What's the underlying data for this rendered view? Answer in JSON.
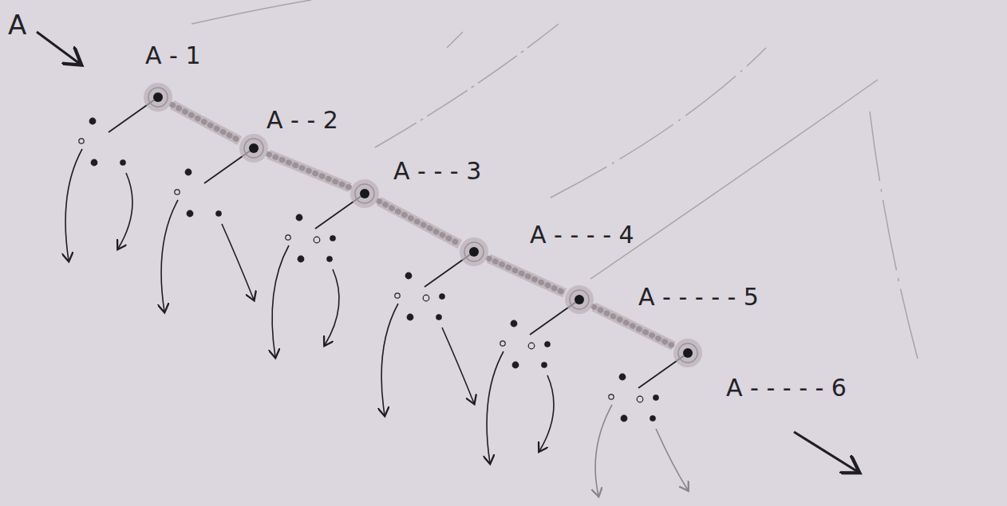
{
  "diagram": {
    "nodes": [
      {
        "text": [
          "A - 1"
        ]
      },
      {
        "text": [
          "A - - 2"
        ]
      },
      {
        "text": [
          "A - - - 3"
        ]
      },
      {
        "text": [
          "A - - - - 4"
        ]
      },
      {
        "text": [
          "A - - - - - 5"
        ]
      },
      {
        "text": [
          "A - - - - - 6"
        ]
      }
    ],
    "edges": [
      {
        "from": 0,
        "to": 1,
        "arrow": "none"
      },
      {
        "from": 1,
        "to": 2,
        "arrow": "none"
      },
      {
        "from": 2,
        "to": 3,
        "arrow": "none"
      },
      {
        "from": 3,
        "to": 4,
        "arrow": "none"
      },
      {
        "from": 4,
        "to": 5,
        "arrow": "none"
      }
    ],
    "labels": [
      "A"
    ]
  }
}
